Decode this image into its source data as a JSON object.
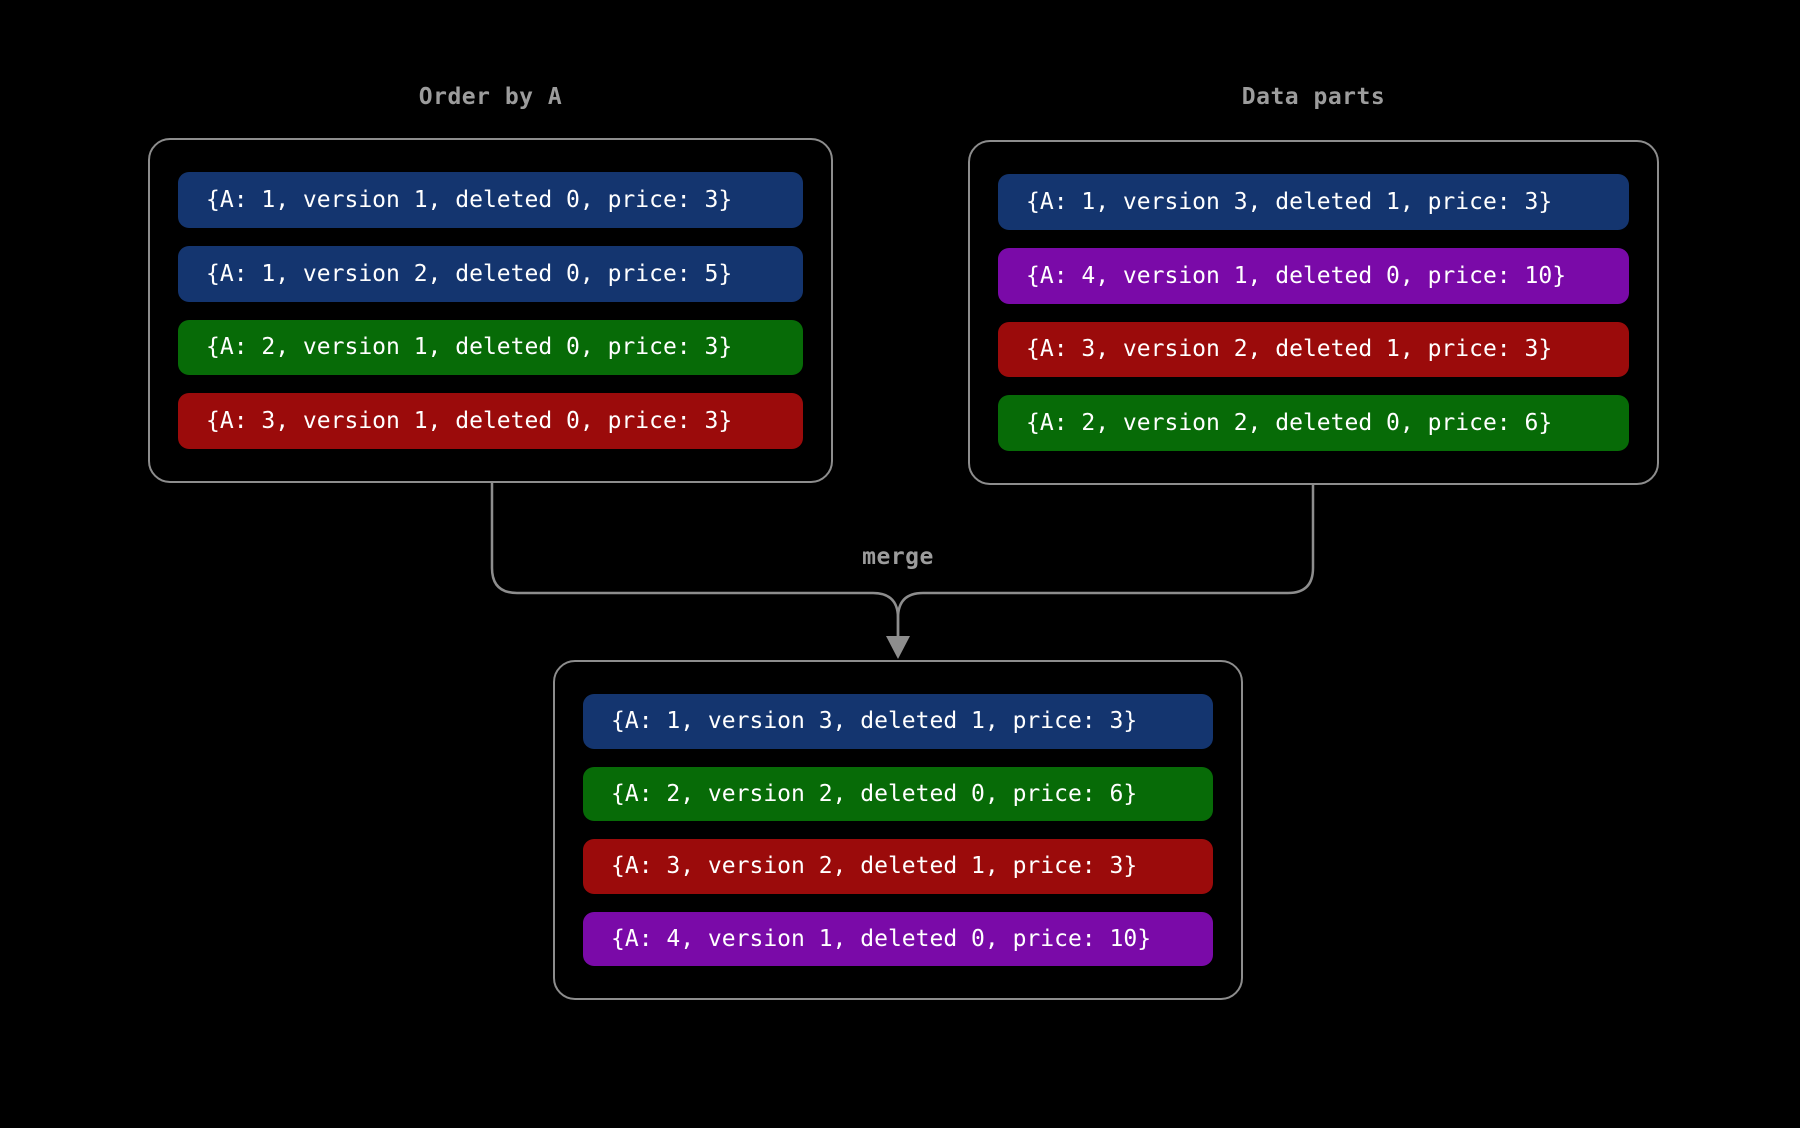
{
  "colors": {
    "background": "#000000",
    "border": "#8d8d8d",
    "label": "#9c9c9c",
    "row_text": "#ffffff",
    "blue": "#14356f",
    "green": "#076b07",
    "red": "#9b0b0b",
    "purple": "#7a0aa8"
  },
  "boxes": {
    "order_by_a": {
      "title": "Order by A",
      "rows": [
        {
          "color": "blue",
          "text": "{A: 1, version 1, deleted 0, price: 3}"
        },
        {
          "color": "blue",
          "text": "{A: 1, version 2, deleted 0, price: 5}"
        },
        {
          "color": "green",
          "text": "{A: 2, version 1, deleted 0, price: 3}"
        },
        {
          "color": "red",
          "text": "{A: 3, version 1, deleted 0, price: 3}"
        }
      ]
    },
    "data_parts": {
      "title": "Data parts",
      "rows": [
        {
          "color": "blue",
          "text": "{A: 1, version 3, deleted 1, price: 3}"
        },
        {
          "color": "purple",
          "text": "{A: 4, version 1, deleted 0, price: 10}"
        },
        {
          "color": "red",
          "text": "{A: 3, version 2, deleted 1, price: 3}"
        },
        {
          "color": "green",
          "text": "{A: 2, version 2, deleted 0, price: 6}"
        }
      ]
    },
    "merged": {
      "label": "merge",
      "rows": [
        {
          "color": "blue",
          "text": "{A: 1, version 3, deleted 1, price: 3}"
        },
        {
          "color": "green",
          "text": "{A: 2, version 2, deleted 0, price: 6}"
        },
        {
          "color": "red",
          "text": "{A: 3, version 2, deleted 1, price: 3}"
        },
        {
          "color": "purple",
          "text": "{A: 4, version 1, deleted 0, price: 10}"
        }
      ]
    }
  }
}
